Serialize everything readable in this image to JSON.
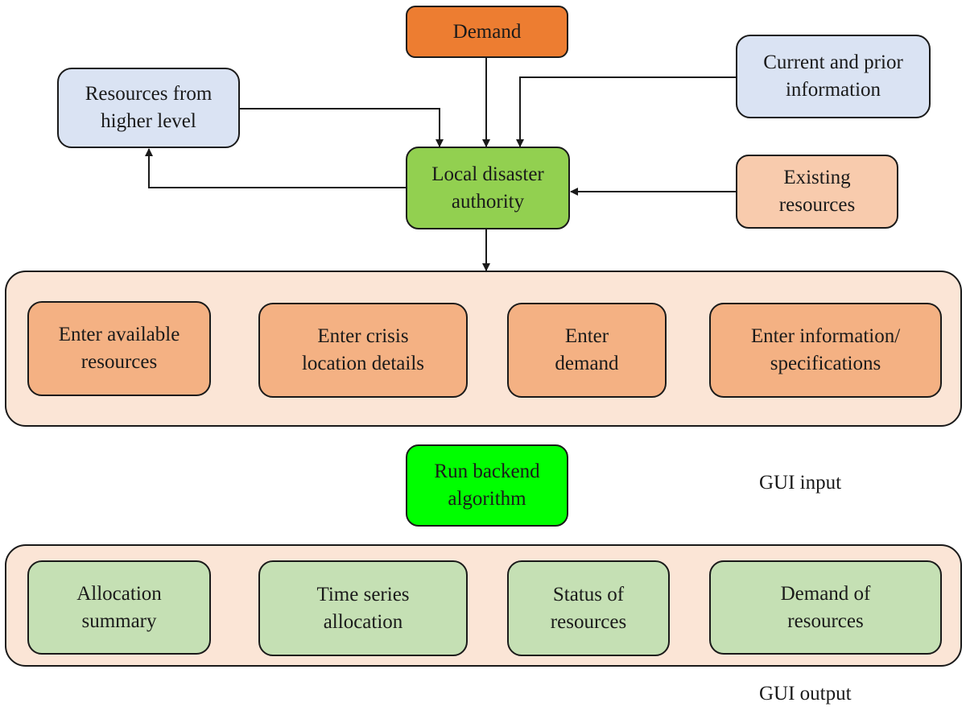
{
  "nodes": {
    "demand": {
      "label": "Demand",
      "color": "#ed7d31"
    },
    "current_prior": {
      "label": "Current and prior information",
      "color": "#dae3f3"
    },
    "resources_higher": {
      "label": "Resources from higher level",
      "color": "#dae3f3"
    },
    "local_authority": {
      "label": "Local disaster authority",
      "color": "#92d050"
    },
    "existing_resources": {
      "label": "Existing resources",
      "color": "#f8cbad"
    },
    "run_backend": {
      "label": "Run backend algorithm",
      "color": "#00ff00"
    }
  },
  "input_panel": {
    "caption": "GUI input",
    "box_color": "#f4b183",
    "items": [
      {
        "label": "Enter available resources"
      },
      {
        "label": "Enter crisis location details"
      },
      {
        "label": "Enter demand"
      },
      {
        "label": "Enter information/ specifications"
      }
    ]
  },
  "output_panel": {
    "caption": "GUI output",
    "box_color": "#c5e0b4",
    "items": [
      {
        "label": "Allocation summary"
      },
      {
        "label": "Time series allocation"
      },
      {
        "label": "Status of resources"
      },
      {
        "label": "Demand of resources"
      }
    ]
  }
}
